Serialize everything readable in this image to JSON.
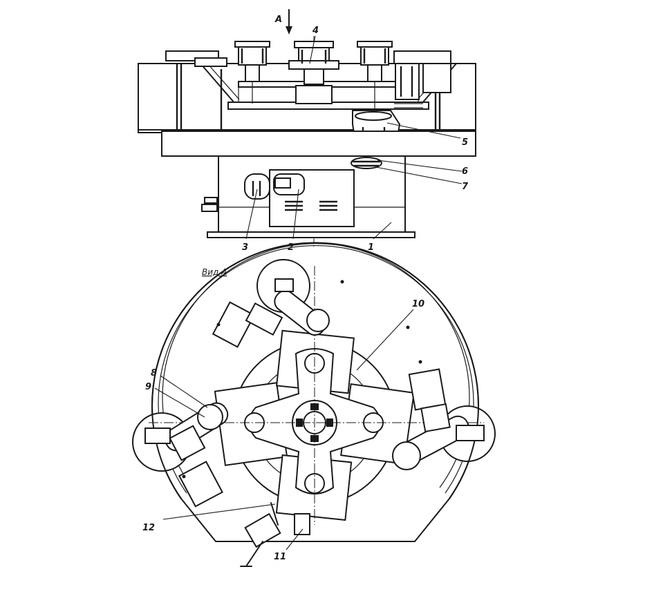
{
  "drawing": {
    "view_arrow_label": "A",
    "view_title": "Вид А",
    "callouts": [
      {
        "id": "1",
        "text": "1"
      },
      {
        "id": "2",
        "text": "2"
      },
      {
        "id": "3",
        "text": "3"
      },
      {
        "id": "4",
        "text": "4"
      },
      {
        "id": "5",
        "text": "5"
      },
      {
        "id": "6",
        "text": "6"
      },
      {
        "id": "7",
        "text": "7"
      },
      {
        "id": "8",
        "text": "8"
      },
      {
        "id": "9",
        "text": "9"
      },
      {
        "id": "10",
        "text": "10"
      },
      {
        "id": "11",
        "text": "11"
      },
      {
        "id": "12",
        "text": "12"
      }
    ]
  }
}
